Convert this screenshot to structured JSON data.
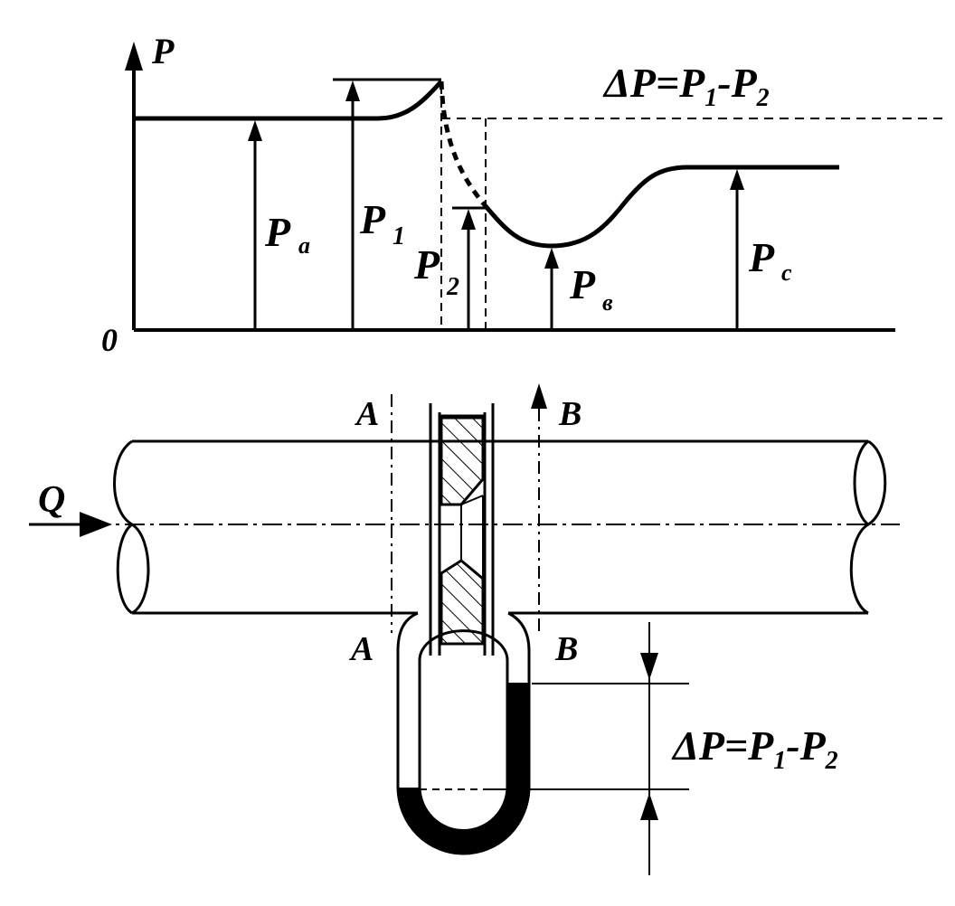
{
  "labels": {
    "axis_p": "P",
    "origin": "0",
    "delta_formula_top": "ΔP=P1-P2",
    "delta_formula_bottom": "ΔP=P1-P2",
    "p_a": "P",
    "p_a_sub": "a",
    "p_1": "P",
    "p_1_sub": "1",
    "p_2": "P",
    "p_2_sub": "2",
    "p_v": "P",
    "p_v_sub": "в",
    "p_c": "P",
    "p_c_sub": "c",
    "section_a_top": "A",
    "section_a_bottom": "A",
    "section_b_top": "B",
    "section_b_bottom": "B",
    "flow": "Q"
  },
  "colors": {
    "ink": "#000000",
    "background": "#ffffff"
  }
}
